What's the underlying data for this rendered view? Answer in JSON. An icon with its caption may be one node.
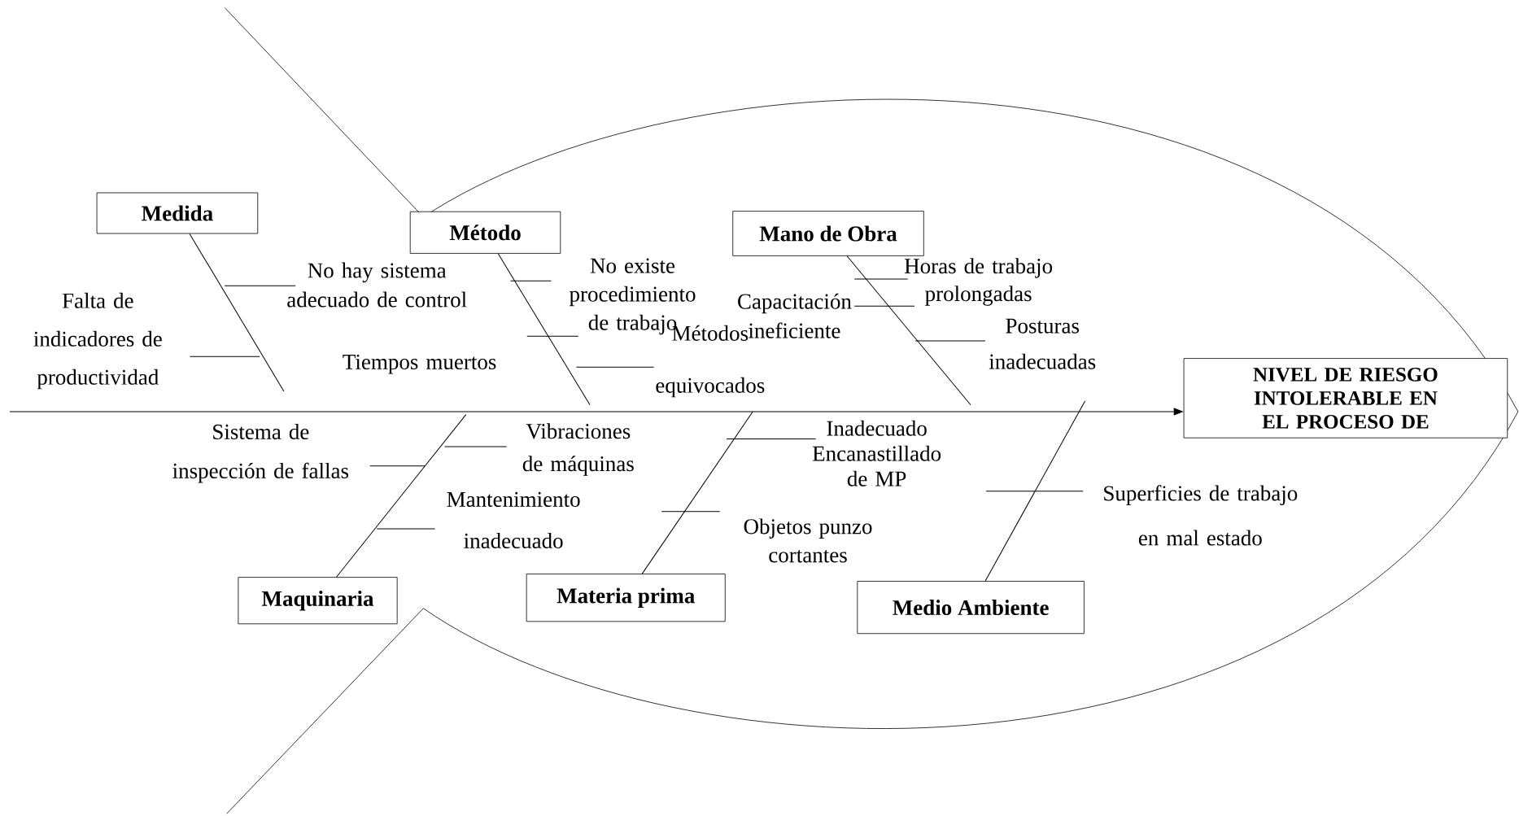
{
  "diagram": {
    "nodes": [
      {
        "text": [
          "Medida"
        ]
      },
      {
        "text": [
          "Método"
        ]
      },
      {
        "text": [
          "Mano de Obra"
        ]
      },
      {
        "text": [
          "Maquinaria"
        ]
      },
      {
        "text": [
          "Materia prima"
        ]
      },
      {
        "text": [
          "Medio Ambiente"
        ]
      },
      {
        "text": [
          "NIVEL DE RIESGO INTOLERABLE EN EL PROCESO DE"
        ]
      }
    ],
    "edges": [
      {
        "from": null,
        "to": 6,
        "arrow": "to"
      },
      {
        "from": 0,
        "to": null,
        "arrow": "none"
      },
      {
        "from": 1,
        "to": null,
        "arrow": "none"
      },
      {
        "from": 2,
        "to": null,
        "arrow": "none"
      },
      {
        "from": 3,
        "to": null,
        "arrow": "none"
      },
      {
        "from": 4,
        "to": null,
        "arrow": "none"
      },
      {
        "from": 5,
        "to": null,
        "arrow": "none"
      }
    ],
    "labels": [
      "No hay sistema adecuado de control",
      "Falta de indicadores de productividad",
      "Tiempos muertos",
      "No existe procedimiento de trabajo",
      "Métodos equivocados",
      "Capacitación ineficiente",
      "Horas de trabajo prolongadas",
      "Posturas inadecuadas",
      "Sistema de inspección de fallas",
      "Vibraciones de máquinas",
      "Mantenimiento inadecuado",
      "Inadecuado Encanastillado de MP",
      "Objetos punzo cortantes",
      "Superficies de trabajo en mal estado"
    ]
  }
}
